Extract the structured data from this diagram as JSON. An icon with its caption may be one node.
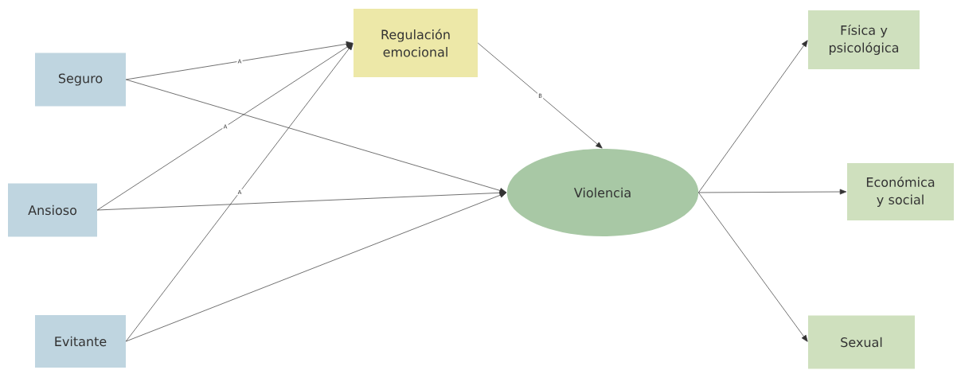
{
  "diagram": {
    "nodes": [
      {
        "text": [
          "Seguro"
        ]
      },
      {
        "text": [
          "Ansioso"
        ]
      },
      {
        "text": [
          "Evitante"
        ]
      },
      {
        "text": [
          "Regulación emocional"
        ]
      },
      {
        "text": [
          "Violencia"
        ]
      },
      {
        "text": [
          "Física y psicológica"
        ]
      },
      {
        "text": [
          "Económica y social"
        ]
      },
      {
        "text": [
          "Sexual"
        ]
      }
    ],
    "edges": [
      {
        "from": 0,
        "to": 3,
        "arrow": "to",
        "label": "A"
      },
      {
        "from": 1,
        "to": 3,
        "arrow": "to",
        "label": "A"
      },
      {
        "from": 2,
        "to": 3,
        "arrow": "to",
        "label": "A"
      },
      {
        "from": 0,
        "to": 4,
        "arrow": "to"
      },
      {
        "from": 1,
        "to": 4,
        "arrow": "to"
      },
      {
        "from": 2,
        "to": 4,
        "arrow": "to"
      },
      {
        "from": 3,
        "to": 4,
        "arrow": "to",
        "label": "B"
      },
      {
        "from": 4,
        "to": 5,
        "arrow": "to"
      },
      {
        "from": 4,
        "to": 6,
        "arrow": "to"
      },
      {
        "from": 4,
        "to": 7,
        "arrow": "to"
      }
    ]
  }
}
